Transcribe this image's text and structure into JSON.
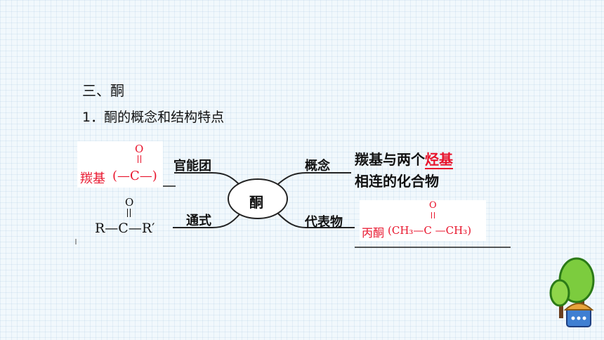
{
  "title": "三、酮",
  "subtitle": "1．酮的概念和结构特点",
  "center": "酮",
  "branches": {
    "functional_group": "官能团",
    "general_formula": "通式",
    "concept": "概念",
    "representative": "代表物"
  },
  "functional_group_answer": {
    "name": "羰基",
    "formula": "(—C—)",
    "oxygen": "O"
  },
  "general_formula_text": {
    "left": "R—C—R′",
    "oxygen": "O"
  },
  "concept_text": {
    "line1_prefix": "羰基与两个",
    "line1_blank": "烃基",
    "line2": "相连的化合物"
  },
  "representative_answer": {
    "name": "丙酮",
    "formula": "(CH₃—C —CH₃)",
    "oxygen": "O"
  },
  "colors": {
    "answer_red": "#e8132b",
    "mindmap_line": "#222222",
    "center_fill": "#ffffff"
  }
}
